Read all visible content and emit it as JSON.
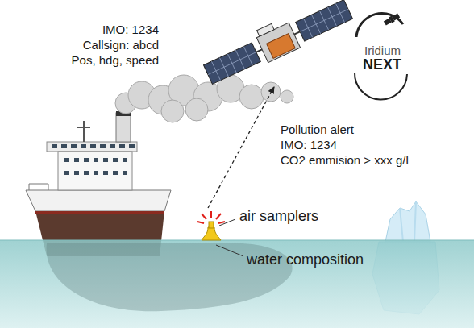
{
  "diagram": {
    "labels": [
      "IMO: 1234",
      "Callsign: abcd",
      "Pos, hdg, speed",
      "Iridium",
      "NEXT",
      "Pollution alert",
      "IMO: 1234",
      "CO2 emmision > xxx g/l",
      "air samplers",
      "water composition"
    ]
  }
}
